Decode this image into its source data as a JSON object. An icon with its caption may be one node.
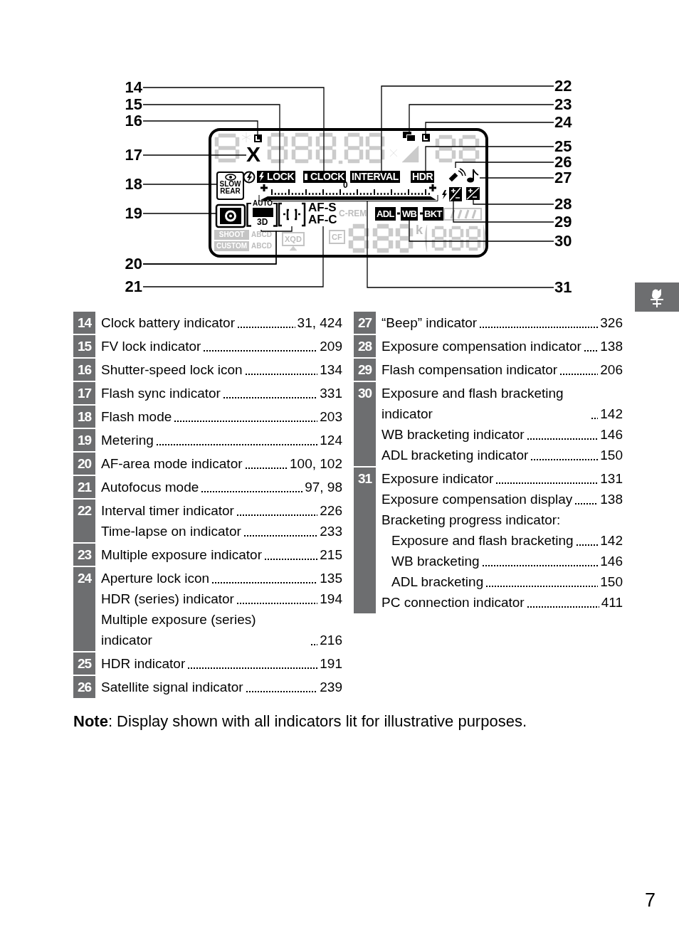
{
  "diagram": {
    "nodes": [
      {
        "text": [
          "14"
        ]
      },
      {
        "text": [
          "15"
        ]
      },
      {
        "text": [
          "16"
        ]
      },
      {
        "text": [
          "17"
        ]
      },
      {
        "text": [
          "18"
        ]
      },
      {
        "text": [
          "19"
        ]
      },
      {
        "text": [
          "20"
        ]
      },
      {
        "text": [
          "21"
        ]
      },
      {
        "text": [
          "22"
        ]
      },
      {
        "text": [
          "23"
        ]
      },
      {
        "text": [
          "24"
        ]
      },
      {
        "text": [
          "25"
        ]
      },
      {
        "text": [
          "26"
        ]
      },
      {
        "text": [
          "27"
        ]
      },
      {
        "text": [
          "28"
        ]
      },
      {
        "text": [
          "29"
        ]
      },
      {
        "text": [
          "30"
        ]
      },
      {
        "text": [
          "31"
        ]
      },
      {
        "text": [],
        "shape": "box"
      },
      {
        "text": [
          "CLOCK"
        ],
        "in": 18
      },
      {
        "text": [
          "LOCK"
        ],
        "in": 18
      },
      {
        "text": [],
        "shape": "box",
        "in": 18
      },
      {
        "text": [
          "X"
        ],
        "in": 18
      },
      {
        "text": [
          "SLOW REAR"
        ],
        "in": 18
      },
      {
        "text": [],
        "shape": "box",
        "in": 18
      },
      {
        "text": [
          "AUTO",
          "3D"
        ],
        "in": 18
      },
      {
        "text": [],
        "shape": "box",
        "in": 18
      },
      {
        "text": [
          "AF-S",
          "AF-C"
        ],
        "in": 18
      },
      {
        "text": [
          "INTERVAL"
        ],
        "in": 18
      },
      {
        "text": [],
        "shape": "box",
        "in": 18
      },
      {
        "text": [],
        "shape": "box",
        "in": 18
      },
      {
        "text": [
          "HDR"
        ],
        "in": 18
      },
      {
        "text": [],
        "shape": "picture",
        "in": 18
      },
      {
        "text": [],
        "shape": "picture",
        "in": 18
      },
      {
        "text": [],
        "shape": "box",
        "in": 18
      },
      {
        "text": [],
        "shape": "box",
        "in": 18
      },
      {
        "text": [
          "WB"
        ],
        "in": 18
      },
      {
        "text": [],
        "shape": "bar",
        "in": 18
      }
    ],
    "edges": [
      {
        "from": 0,
        "to": 19,
        "arrow": "none"
      },
      {
        "from": 1,
        "to": 20,
        "arrow": "none"
      },
      {
        "from": 2,
        "to": 21,
        "arrow": "none"
      },
      {
        "from": 3,
        "to": 22,
        "arrow": "none"
      },
      {
        "from": 4,
        "to": 23,
        "arrow": "none"
      },
      {
        "from": 5,
        "to": 24,
        "arrow": "none"
      },
      {
        "from": 6,
        "to": 25,
        "arrow": "none"
      },
      {
        "from": 7,
        "to": 27,
        "arrow": "none"
      },
      {
        "from": 8,
        "to": 28,
        "arrow": "none"
      },
      {
        "from": 9,
        "to": 29,
        "arrow": "none"
      },
      {
        "from": 10,
        "to": 30,
        "arrow": "none"
      },
      {
        "from": 11,
        "to": 31,
        "arrow": "none"
      },
      {
        "from": 12,
        "to": 32,
        "arrow": "none"
      },
      {
        "from": 13,
        "to": 33,
        "arrow": "none"
      },
      {
        "from": 14,
        "to": 34,
        "arrow": "none"
      },
      {
        "from": 15,
        "to": 35,
        "arrow": "none"
      },
      {
        "from": 16,
        "to": 36,
        "arrow": "none"
      },
      {
        "from": 17,
        "to": 37,
        "arrow": "none"
      },
      {
        "from": 6,
        "to": 26,
        "arrow": "none"
      }
    ],
    "labels": [
      "0",
      "C-REM",
      "ADL",
      "BKT",
      "SHOOT",
      "CUSTOM",
      "ABCD",
      "ABCD",
      "XQD",
      "CF",
      "k",
      "14",
      "Clock battery indicator",
      "31, 424",
      "15",
      "FV lock indicator",
      "209",
      "16",
      "Shutter-speed lock icon",
      "134",
      "17",
      "Flash sync indicator",
      "331",
      "18",
      "Flash mode",
      "203",
      "19",
      "Metering",
      "124",
      "20",
      "AF-area mode indicator",
      "100, 102",
      "21",
      "Autofocus mode",
      "97, 98",
      "22",
      "Interval timer indicator",
      "226",
      "Time-lapse on indicator",
      "233",
      "23",
      "Multiple exposure indicator",
      "215",
      "24",
      "Aperture lock icon",
      "135",
      "HDR (series) indicator",
      "194",
      "Multiple exposure (series) indicator",
      "216",
      "25",
      "HDR indicator",
      "191",
      "26",
      "Satellite signal indicator",
      "239",
      "27",
      "“Beep” indicator",
      "326",
      "28",
      "Exposure compensation indicator",
      "138",
      "29",
      "Flash compensation indicator",
      "206",
      "30",
      "Exposure and flash bracketing indicator",
      "142",
      "WB bracketing indicator",
      "146",
      "ADL bracketing indicator",
      "150",
      "31",
      "Exposure indicator",
      "131",
      "Exposure compensation display",
      "138",
      "Bracketing progress indicator:",
      "Exposure and flash bracketing",
      "142",
      "WB bracketing",
      "146",
      "ADL bracketing",
      "150",
      "PC connection indicator",
      "411",
      "**Note**: Display shown with all indicators lit for illustrative purposes.",
      "7"
    ]
  }
}
